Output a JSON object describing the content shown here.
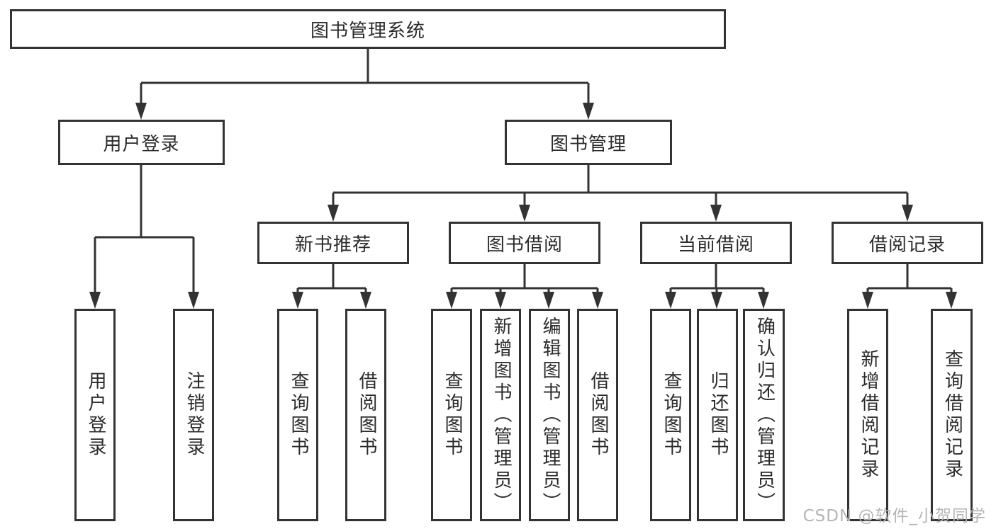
{
  "diagram": {
    "root": {
      "label": "图书管理系统"
    },
    "level2": [
      {
        "label": "用户登录",
        "children": [
          {
            "label": "用户登录"
          },
          {
            "label": "注销登录"
          }
        ]
      },
      {
        "label": "图书管理",
        "children": [
          {
            "label": "新书推荐",
            "children": [
              {
                "label": "查询图书"
              },
              {
                "label": "借阅图书"
              }
            ]
          },
          {
            "label": "图书借阅",
            "children": [
              {
                "label": "查询图书"
              },
              {
                "label": "新增图书（管理员）"
              },
              {
                "label": "编辑图书（管理员）"
              },
              {
                "label": "借阅图书"
              }
            ]
          },
          {
            "label": "当前借阅",
            "children": [
              {
                "label": "查询图书"
              },
              {
                "label": "归还图书"
              },
              {
                "label": "确认归还（管理员）"
              }
            ]
          },
          {
            "label": "借阅记录",
            "children": [
              {
                "label": "新增借阅记录"
              },
              {
                "label": "查询借阅记录"
              }
            ]
          }
        ]
      }
    ]
  },
  "watermark": {
    "text": "CSDN @软件_小贺同学"
  },
  "colors": {
    "line": "#333333",
    "text": "#2b2b2b",
    "background": "#ffffff",
    "watermark": "#b5b5b5"
  }
}
